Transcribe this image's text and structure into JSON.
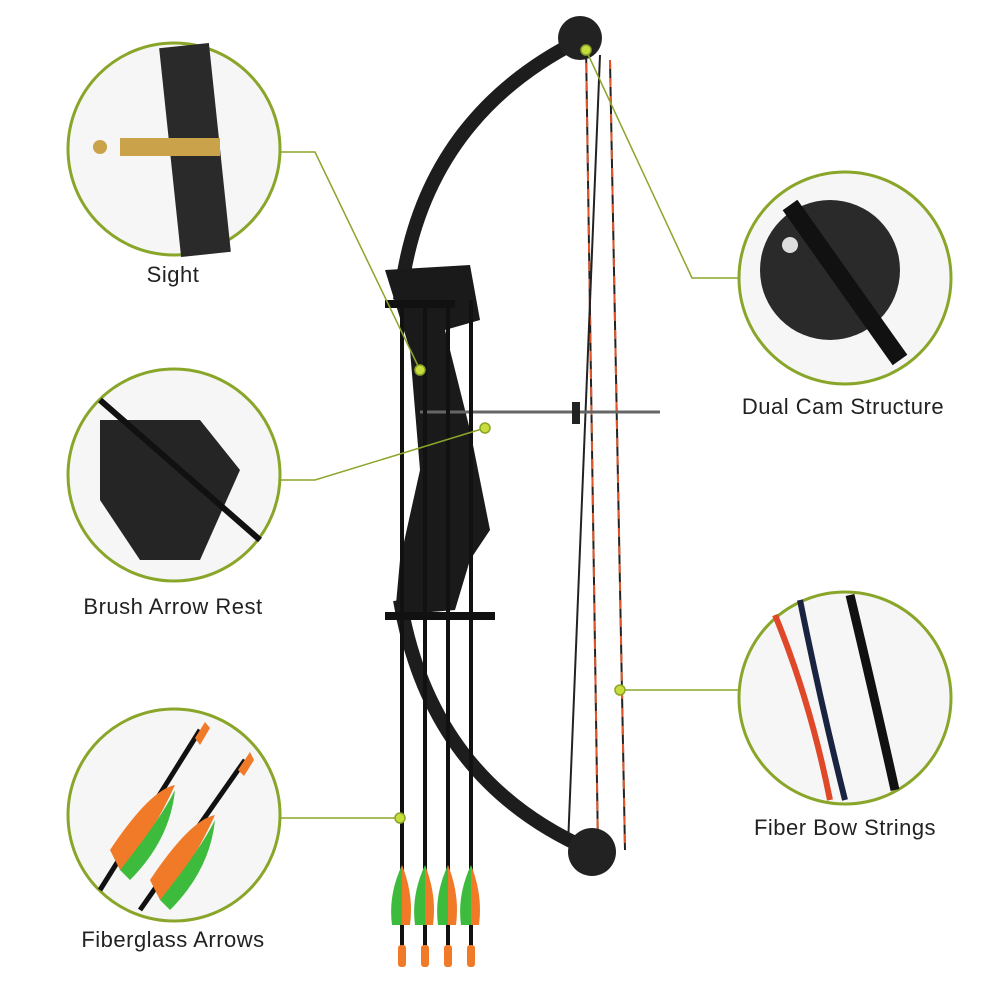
{
  "accent_color": "#8aa62a",
  "callouts": [
    {
      "label": "Sight",
      "icon": "sight-pin-icon"
    },
    {
      "label": "Dual Cam Structure",
      "icon": "cam-icon"
    },
    {
      "label": "Brush Arrow Rest",
      "icon": "arrow-rest-icon"
    },
    {
      "label": "Fiber Bow Strings",
      "icon": "bow-string-icon"
    },
    {
      "label": "Fiberglass Arrows",
      "icon": "arrow-icon"
    }
  ]
}
